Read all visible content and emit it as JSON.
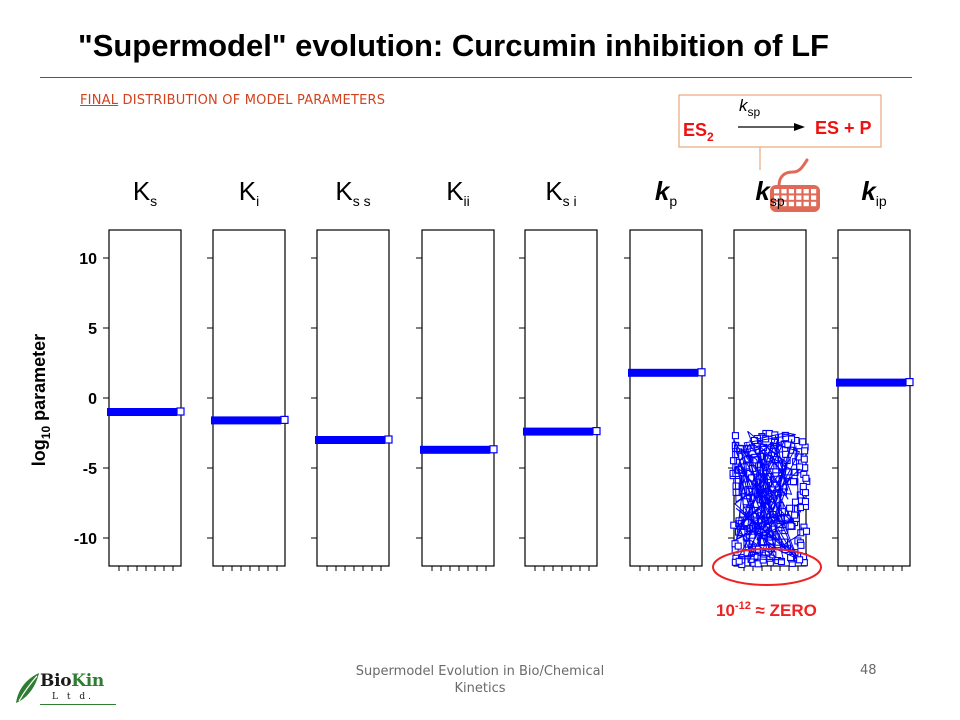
{
  "slide": {
    "title": "\"Supermodel\" evolution: Curcumin inhibition of LF",
    "subtitle_underlined": "FINAL",
    "subtitle_rest": " DISTRIBUTION OF MODEL PARAMETERS",
    "footer": "Supermodel Evolution in Bio/Chemical Kinetics",
    "page_number": "48",
    "logo_name_1": "Bio",
    "logo_name_2": "Kin",
    "logo_sub": "L t d."
  },
  "colors": {
    "accent": "#d2421e",
    "series": "#0000ff",
    "ellipse": "#ee2222",
    "inset_border": "#e8a87c",
    "logo_green": "#2f7d32"
  },
  "reaction": {
    "left": "ES",
    "left_sub": "2",
    "right": "ES + P",
    "rate": "k",
    "rate_sub": "sp"
  },
  "annotation": {
    "base": "10",
    "exp": "-12",
    "rest": " ≈ ZERO"
  },
  "icons": {
    "keyboard": "keyboard-icon"
  },
  "chart_data": {
    "type": "scatter",
    "ylabel": "log10 parameter",
    "ylabel_main": "log",
    "ylabel_sub": "10",
    "ylabel_tail": " parameter",
    "ylim": [
      -12,
      12
    ],
    "yticks": [
      10,
      5,
      0,
      -5,
      -10
    ],
    "grid": false,
    "panels": [
      {
        "label": "K",
        "sub": "s",
        "italic": false,
        "value": -1.0,
        "spread": false
      },
      {
        "label": "K",
        "sub": "i",
        "italic": false,
        "value": -1.6,
        "spread": false
      },
      {
        "label": "K",
        "sub": "s s",
        "italic": false,
        "value": -3.0,
        "spread": false
      },
      {
        "label": "K",
        "sub": "ii",
        "italic": false,
        "value": -3.7,
        "spread": false
      },
      {
        "label": "K",
        "sub": "s i",
        "italic": false,
        "value": -2.4,
        "spread": false
      },
      {
        "label": "k",
        "sub": "p",
        "italic": true,
        "value": 1.8,
        "spread": false
      },
      {
        "label": "k",
        "sub": "sp",
        "italic": true,
        "value": null,
        "spread": true,
        "range": [
          -11.8,
          -2.3
        ]
      },
      {
        "label": "k",
        "sub": "ip",
        "italic": true,
        "value": 1.1,
        "spread": false
      }
    ]
  }
}
